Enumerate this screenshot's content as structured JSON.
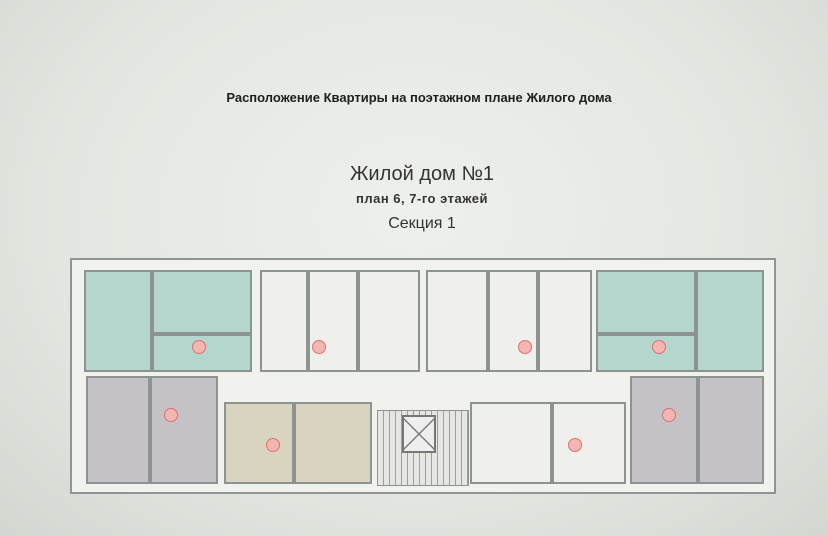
{
  "header": {
    "title": "Расположение Квартиры на поэтажном плане Жилого дома",
    "building": "Жилой дом №1",
    "floors": "план  6, 7-го этажей",
    "section": "Секция 1"
  },
  "colors": {
    "teal": "#b5d6cc",
    "gray": "#c4c2c6",
    "beige": "#d9d4bf",
    "white": "#eff0ec"
  }
}
